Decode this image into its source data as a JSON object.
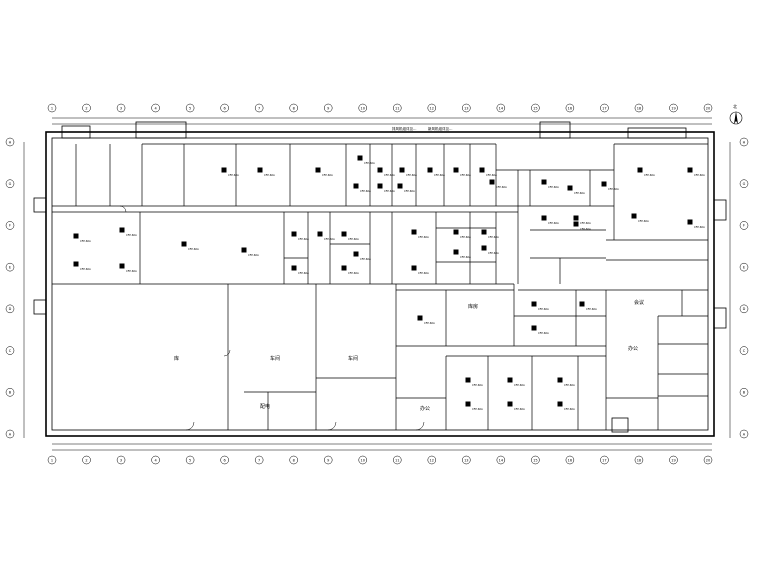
{
  "north_label": "北",
  "notes": [
    "排风机组详见…",
    "新风机组详见…"
  ],
  "grid_cols": [
    "1",
    "2",
    "3",
    "4",
    "5",
    "6",
    "7",
    "8",
    "9",
    "10",
    "11",
    "12",
    "13",
    "14",
    "15",
    "16",
    "17",
    "18",
    "19",
    "20"
  ],
  "grid_rows": [
    "A",
    "B",
    "C",
    "D",
    "E",
    "F",
    "G",
    "H"
  ],
  "rooms": [
    "库",
    "车间",
    "车间",
    "办公",
    "配电",
    "办公",
    "会议",
    "库房"
  ],
  "equipment_label": "CFP-60A"
}
